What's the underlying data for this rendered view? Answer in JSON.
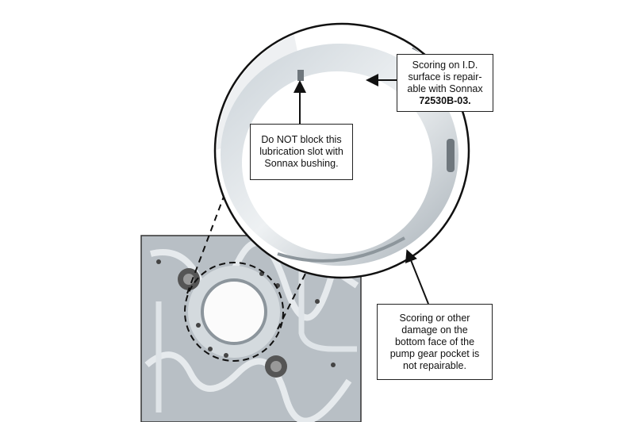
{
  "callouts": {
    "id_surface": {
      "line1": "Scoring on I.D.",
      "line2": "surface is repair-",
      "line3": "able with Sonnax",
      "part_number": "72530B-03."
    },
    "lube_slot": {
      "line1": "Do NOT block this",
      "line2": "lubrication slot with",
      "line3": "Sonnax bushing."
    },
    "bottom_face": {
      "line1": "Scoring or other",
      "line2": "damage on the",
      "line3": "bottom face of the",
      "line4": "pump gear pocket is",
      "line5": "not repairable."
    }
  }
}
